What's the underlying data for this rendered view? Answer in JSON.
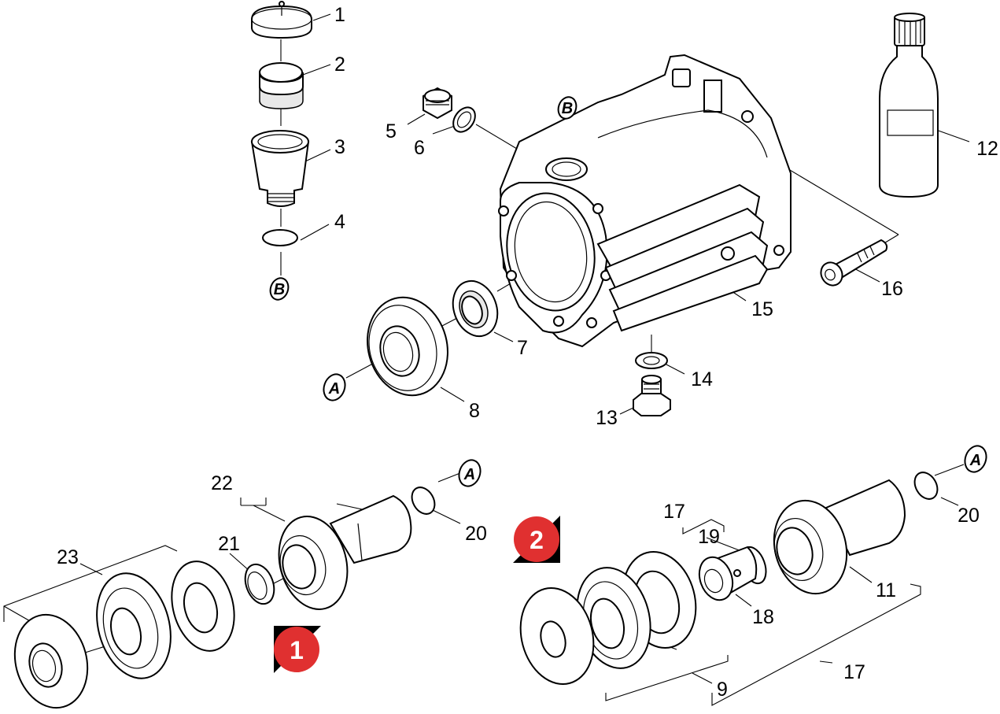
{
  "callouts": [
    {
      "id": "1",
      "label": "1"
    },
    {
      "id": "2",
      "label": "2"
    },
    {
      "id": "3",
      "label": "3"
    },
    {
      "id": "4",
      "label": "4"
    },
    {
      "id": "5",
      "label": "5"
    },
    {
      "id": "6",
      "label": "6"
    },
    {
      "id": "7",
      "label": "7"
    },
    {
      "id": "8",
      "label": "8"
    },
    {
      "id": "9",
      "label": "9"
    },
    {
      "id": "11",
      "label": "11"
    },
    {
      "id": "12",
      "label": "12"
    },
    {
      "id": "13",
      "label": "13"
    },
    {
      "id": "14",
      "label": "14"
    },
    {
      "id": "15",
      "label": "15"
    },
    {
      "id": "16",
      "label": "16"
    },
    {
      "id": "17a",
      "label": "17"
    },
    {
      "id": "17b",
      "label": "17"
    },
    {
      "id": "18",
      "label": "18"
    },
    {
      "id": "19",
      "label": "19"
    },
    {
      "id": "20a",
      "label": "20"
    },
    {
      "id": "20b",
      "label": "20"
    },
    {
      "id": "21",
      "label": "21"
    },
    {
      "id": "22",
      "label": "22"
    },
    {
      "id": "23",
      "label": "23"
    }
  ],
  "reference_markers": {
    "a": "A",
    "b": "B"
  },
  "variant_badges": {
    "one": "1",
    "two": "2"
  },
  "colors": {
    "badge": "#e03030",
    "line": "#000000",
    "background": "#ffffff"
  }
}
